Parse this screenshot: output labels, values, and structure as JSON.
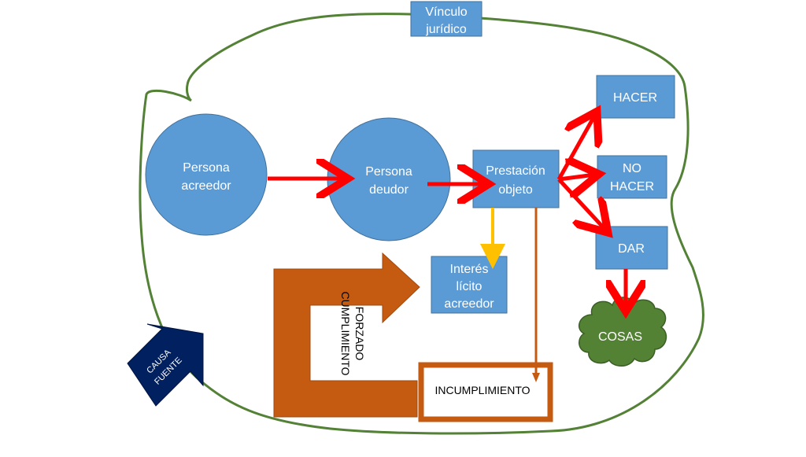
{
  "colors": {
    "boundary": "#538135",
    "node_fill": "#5b9bd5",
    "node_stroke": "#41719c",
    "node_text": "#ffffff",
    "red_arrow": "#ff0000",
    "yellow_arrow": "#ffc000",
    "orange": "#c55a11",
    "cloud_fill": "#548235",
    "navy": "#002060",
    "dark_text": "#000000"
  },
  "boundary": {
    "label_line1": "Vínculo",
    "label_line2": "jurídico"
  },
  "nodes": {
    "acreedor": {
      "line1": "Persona",
      "line2": "acreedor"
    },
    "deudor": {
      "line1": "Persona",
      "line2": "deudor"
    },
    "prestacion": {
      "line1": "Prestación",
      "line2": "objeto"
    },
    "hacer": {
      "label": "HACER"
    },
    "no_hacer": {
      "line1": "NO",
      "line2": "HACER"
    },
    "dar": {
      "label": "DAR"
    },
    "cosas": {
      "label": "COSAS"
    },
    "interes": {
      "line1": "Interés",
      "line2": "lícito",
      "line3": "acreedor"
    },
    "incumplimiento": {
      "label": "INCUMPLIMIENTO"
    },
    "cumplimiento_forzado": {
      "line1": "CUMPLIMIENTO",
      "line2": "FORZADO"
    },
    "causa_fuente": {
      "line1": "CAUSA",
      "line2": "FUENTE"
    }
  },
  "icons": {
    "causa_fuente_arrow": "up-right-arrow-icon",
    "cosas_shape": "cloud-icon"
  }
}
